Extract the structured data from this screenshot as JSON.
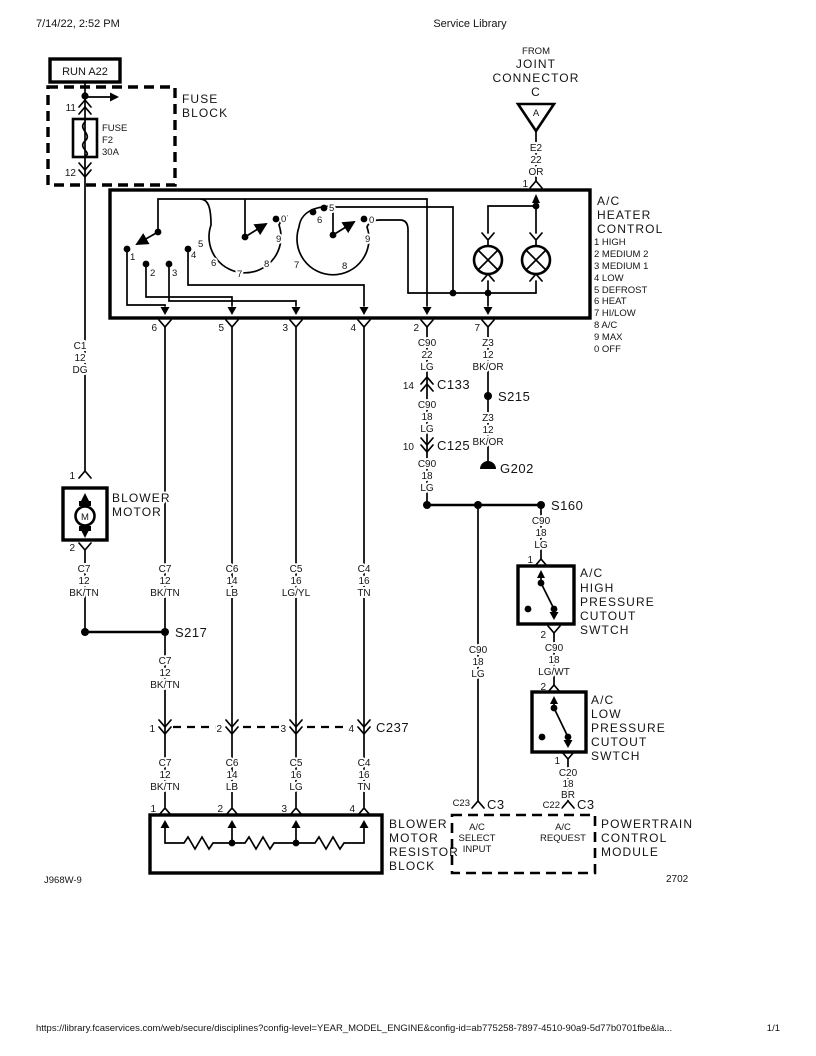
{
  "header": {
    "datetime": "7/14/22, 2:52 PM",
    "title": "Service Library"
  },
  "footer": {
    "url": "https://library.fcaservices.com/web/secure/disciplines?config-level=YEAR_MODEL_ENGINE&config-id=ab775258-7897-4510-90a9-5d77b0701fbe&la...",
    "page_indicator": "1/1"
  },
  "diagram": {
    "drawing_id": "J968W-9",
    "sheet_code": "2702",
    "colors": {
      "ink": "#000000",
      "paper": "#ffffff"
    },
    "run_feed": {
      "label": "RUN A22"
    },
    "fuse_block": {
      "name": [
        "FUSE",
        "BLOCK"
      ],
      "pin_top": "11",
      "pin_bottom": "12",
      "fuse": [
        "FUSE",
        "F2",
        "30A"
      ]
    },
    "joint_connector": {
      "caption": [
        "FROM",
        "JOINT",
        "CONNECTOR",
        "C"
      ],
      "letter": "A",
      "pin": "1"
    },
    "heater_control": {
      "name": [
        "A/C",
        "HEATER",
        "CONTROL"
      ],
      "legend": [
        "1 HIGH",
        "2 MEDIUM 2",
        "3 MEDIUM 1",
        "4 LOW",
        "5 DEFROST",
        "6 HEAT",
        "7 HI/LOW",
        "8 A/C",
        "9 MAX",
        "0 OFF"
      ],
      "fan_contacts": [
        "1",
        "2",
        "3",
        "4"
      ],
      "mode1_positions": [
        "5",
        "6",
        "7",
        "8",
        "9",
        "0"
      ],
      "mode2_positions": [
        "5",
        "6",
        "7",
        "8",
        "9",
        "0"
      ],
      "pins": [
        "6",
        "5",
        "3",
        "4",
        "2",
        "7"
      ],
      "top_pin": "1"
    },
    "wires": {
      "c1": [
        "C1",
        "12",
        "DG"
      ],
      "e2": [
        "E2",
        "22",
        "OR"
      ],
      "c7_motor": [
        "C7",
        "12",
        "BK/TN"
      ],
      "c7_fan_upper": [
        "C7",
        "12",
        "BK/TN"
      ],
      "c7_fan_mid": [
        "C7",
        "12",
        "BK/TN"
      ],
      "c7_fan_lower": [
        "C7",
        "12",
        "BK/TN"
      ],
      "c6_upper": [
        "C6",
        "14",
        "LB"
      ],
      "c6_lower": [
        "C6",
        "14",
        "LB"
      ],
      "c5_upper": [
        "C5",
        "16",
        "LG/YL"
      ],
      "c5_lower": [
        "C5",
        "16",
        "LG"
      ],
      "c4_upper": [
        "C4",
        "16",
        "TN"
      ],
      "c4_lower": [
        "C4",
        "16",
        "TN"
      ],
      "c90_22": [
        "C90",
        "22",
        "LG"
      ],
      "c90_18_a": [
        "C90",
        "18",
        "LG"
      ],
      "c90_18_b": [
        "C90",
        "18",
        "LG"
      ],
      "c90_18_pcm": [
        "C90",
        "18",
        "LG"
      ],
      "c90_18_hp": [
        "C90",
        "18",
        "LG"
      ],
      "c90_18_lgwt": [
        "C90",
        "18",
        "LG/WT"
      ],
      "z3_upper": [
        "Z3",
        "12",
        "BK/OR"
      ],
      "z3_lower": [
        "Z3",
        "12",
        "BK/OR"
      ],
      "c20": [
        "C20",
        "18",
        "BR"
      ]
    },
    "connectors": {
      "c133": {
        "pin": "14",
        "id": "C133"
      },
      "c125": {
        "pin": "10",
        "id": "C125"
      },
      "c237": {
        "id": "C237",
        "pins": [
          "1",
          "2",
          "3",
          "4"
        ]
      },
      "pcm_left": {
        "pin": "C23",
        "id": "C3"
      },
      "pcm_right": {
        "pin": "C22",
        "id": "C3"
      }
    },
    "splices": {
      "s215": "S215",
      "s217": "S217",
      "s160": "S160"
    },
    "ground": {
      "g202": "G202"
    },
    "blower_motor": {
      "name": [
        "BLOWER",
        "MOTOR"
      ],
      "motor_letter": "M",
      "pin_top": "1",
      "pin_bottom": "2"
    },
    "resistor_block": {
      "name": [
        "BLOWER",
        "MOTOR",
        "RESISTOR",
        "BLOCK"
      ],
      "pins": [
        "1",
        "2",
        "3",
        "4"
      ]
    },
    "hp_switch": {
      "name": [
        "A/C",
        "HIGH",
        "PRESSURE",
        "CUTOUT",
        "SWTCH"
      ],
      "pin_top": "1",
      "pin_bottom": "2"
    },
    "lp_switch": {
      "name": [
        "A/C",
        "LOW",
        "PRESSURE",
        "CUTOUT",
        "SWTCH"
      ],
      "pin_top": "2",
      "pin_bottom": "1"
    },
    "pcm": {
      "name": [
        "POWERTRAIN",
        "CONTROL",
        "MODULE"
      ],
      "left_input": [
        "A/C",
        "SELECT",
        "INPUT"
      ],
      "right_input": [
        "A/C",
        "REQUEST"
      ]
    }
  }
}
